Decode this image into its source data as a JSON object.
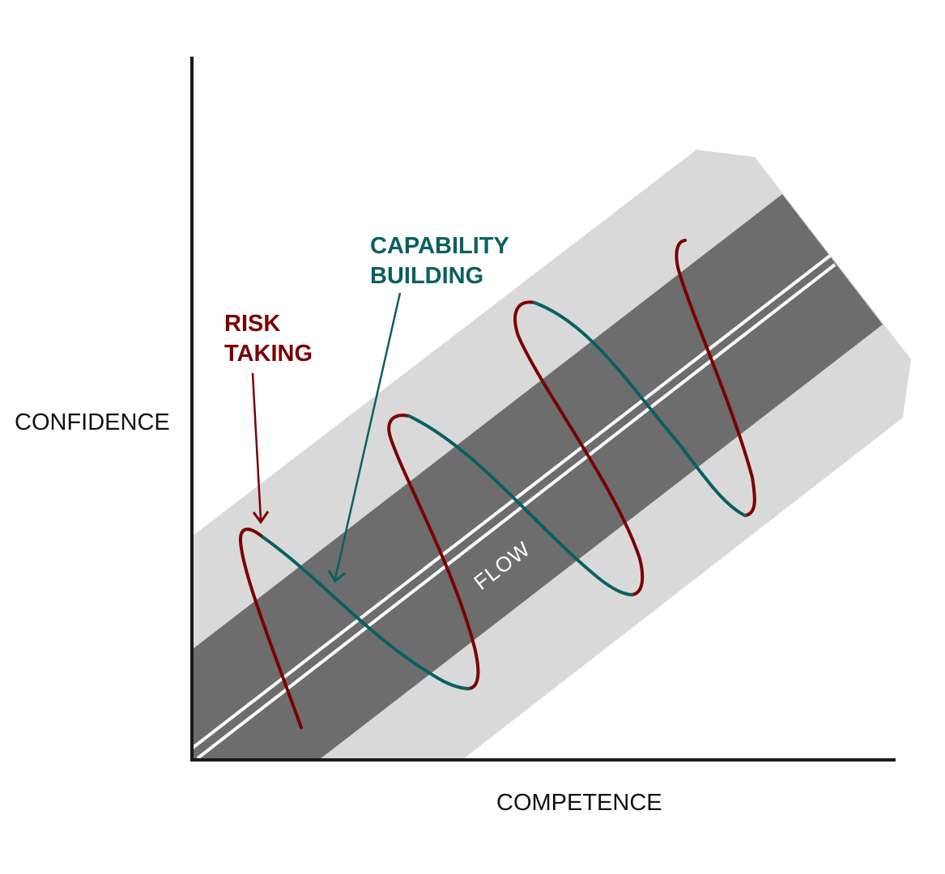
{
  "axes": {
    "y_label": "CONFIDENCE",
    "x_label": "COMPETENCE"
  },
  "callouts": {
    "risk_taking": [
      "RISK",
      "TAKING"
    ],
    "capability_building": [
      "CAPABILITY",
      "BUILDING"
    ]
  },
  "band": {
    "label": "FLOW"
  },
  "colors": {
    "risk_taking": "#7a0000",
    "capability_building": "#0a6060",
    "outer_band": "#d9d9d9",
    "inner_band": "#6d6d6d",
    "flow_lines": "#ffffff",
    "axis": "#1a1a1a"
  }
}
